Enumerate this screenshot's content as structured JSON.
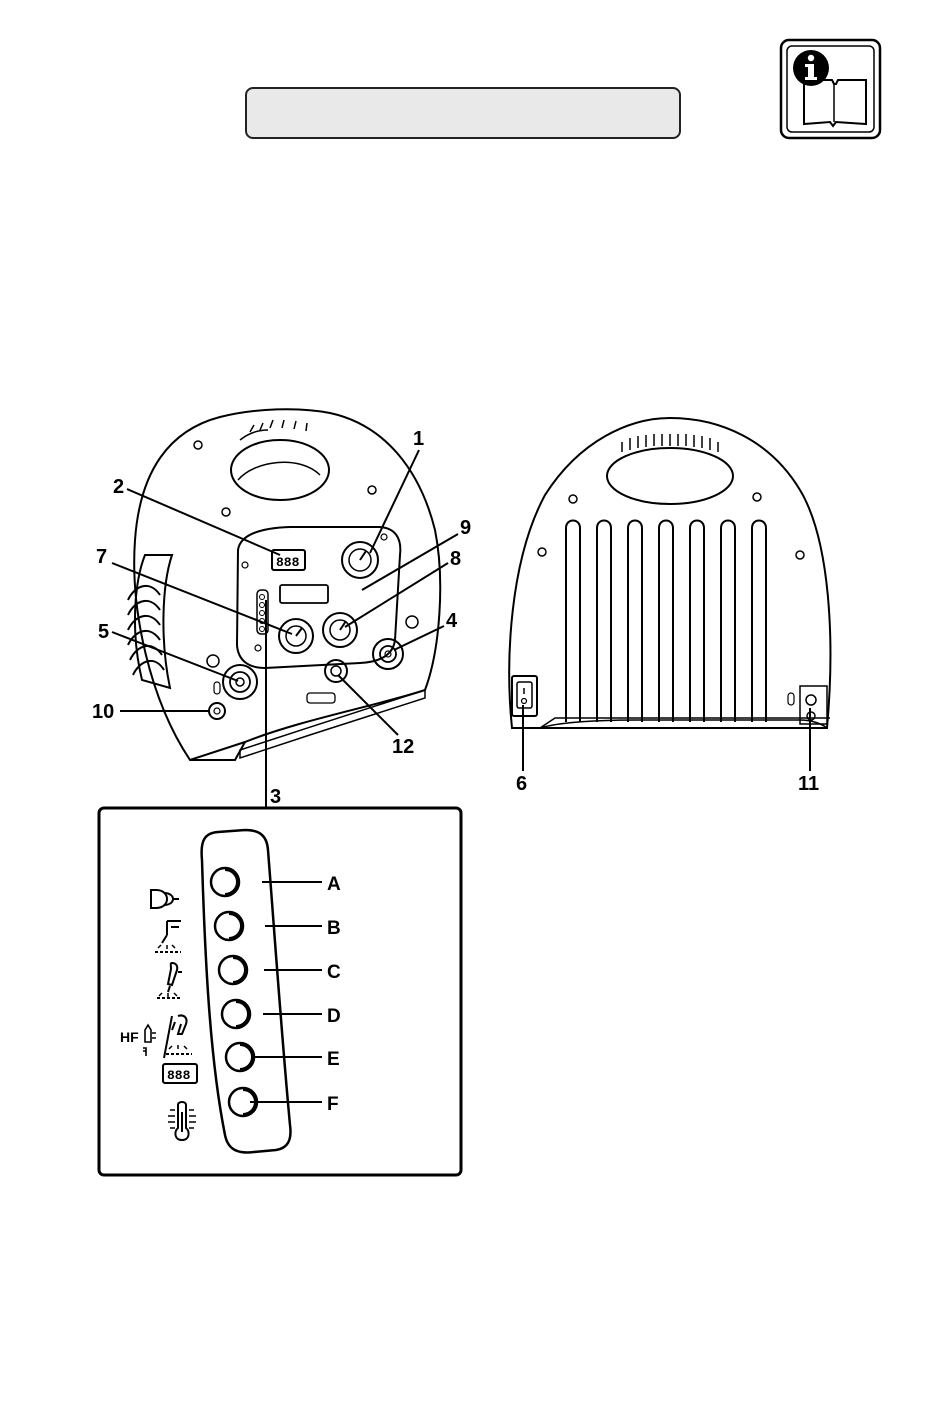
{
  "callouts": {
    "c1": "1",
    "c2": "2",
    "c3": "3",
    "c4": "4",
    "c5": "5",
    "c6": "6",
    "c7": "7",
    "c8": "8",
    "c9": "9",
    "c10": "10",
    "c11": "11",
    "c12": "12"
  },
  "detail_panel": {
    "leds": [
      {
        "label": "A",
        "icon": "plug-icon"
      },
      {
        "label": "B",
        "icon": "mma-electrode-icon"
      },
      {
        "label": "C",
        "icon": "tig-torch-icon"
      },
      {
        "label": "D",
        "icon": "hf-tig-start-icon"
      },
      {
        "label": "E",
        "icon": "digital-display-icon"
      },
      {
        "label": "F",
        "icon": "thermometer-icon"
      }
    ],
    "hf_text": "HF"
  },
  "icons": {
    "header_icon": "info-manual-icon"
  }
}
